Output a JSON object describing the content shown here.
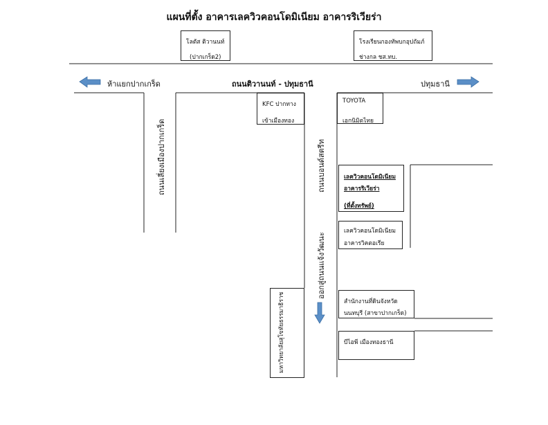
{
  "map": {
    "title": "แผนที่ตั้ง อาคารเลควิวคอนโดมิเนียม อาคารริเวียร่า",
    "main_road": "ถนนติวานนท์ - ปทุมธานี",
    "direction_left": "ห้าแยกปากเกร็ด",
    "direction_right": "ปทุมธานี",
    "road_left": "ถนนเลี่ยงเมืองปากเกร็ด",
    "road_bondstreet": "ถนนบอนด์สตรีท",
    "road_exit": "ออกสู่ถนนแจ้งวัฒนะ",
    "landmarks": {
      "lotus": [
        "โลตัส ติวานนท์",
        "(ปากเกร็ด2)"
      ],
      "school": [
        "โรงเรียนกองทัพบกอุปถัมภ์",
        "ช่างกล ชส.ทบ."
      ],
      "kfc": [
        "KFC ปากทาง",
        "เข้าเมืองทอง"
      ],
      "toyota": [
        "TOYOTA",
        "เอกนิมิตไทย"
      ],
      "riviera": [
        "เลควิวคอนโดมิเนียม",
        "อาคารริเวียร่า",
        "(ที่ตั้งทรัพย์)"
      ],
      "victoria": [
        "เลควิวคอนโดมิเนียม",
        "อาคารวิคตอเรีย"
      ],
      "land_office": [
        "สำนักงานที่ดินจังหวัด",
        "นนทบุรี (สาขาปากเกร็ด)"
      ],
      "bfi": [
        "บีไอพี เมืองทองธานี"
      ],
      "university": "มหาวิทยาลัยสุโขทัยธรรมาธิราช"
    },
    "colors": {
      "arrow": "#5b8fc7",
      "line": "#222222"
    },
    "icons": [
      "arrow-left-icon",
      "arrow-right-icon",
      "arrow-down-icon"
    ]
  }
}
